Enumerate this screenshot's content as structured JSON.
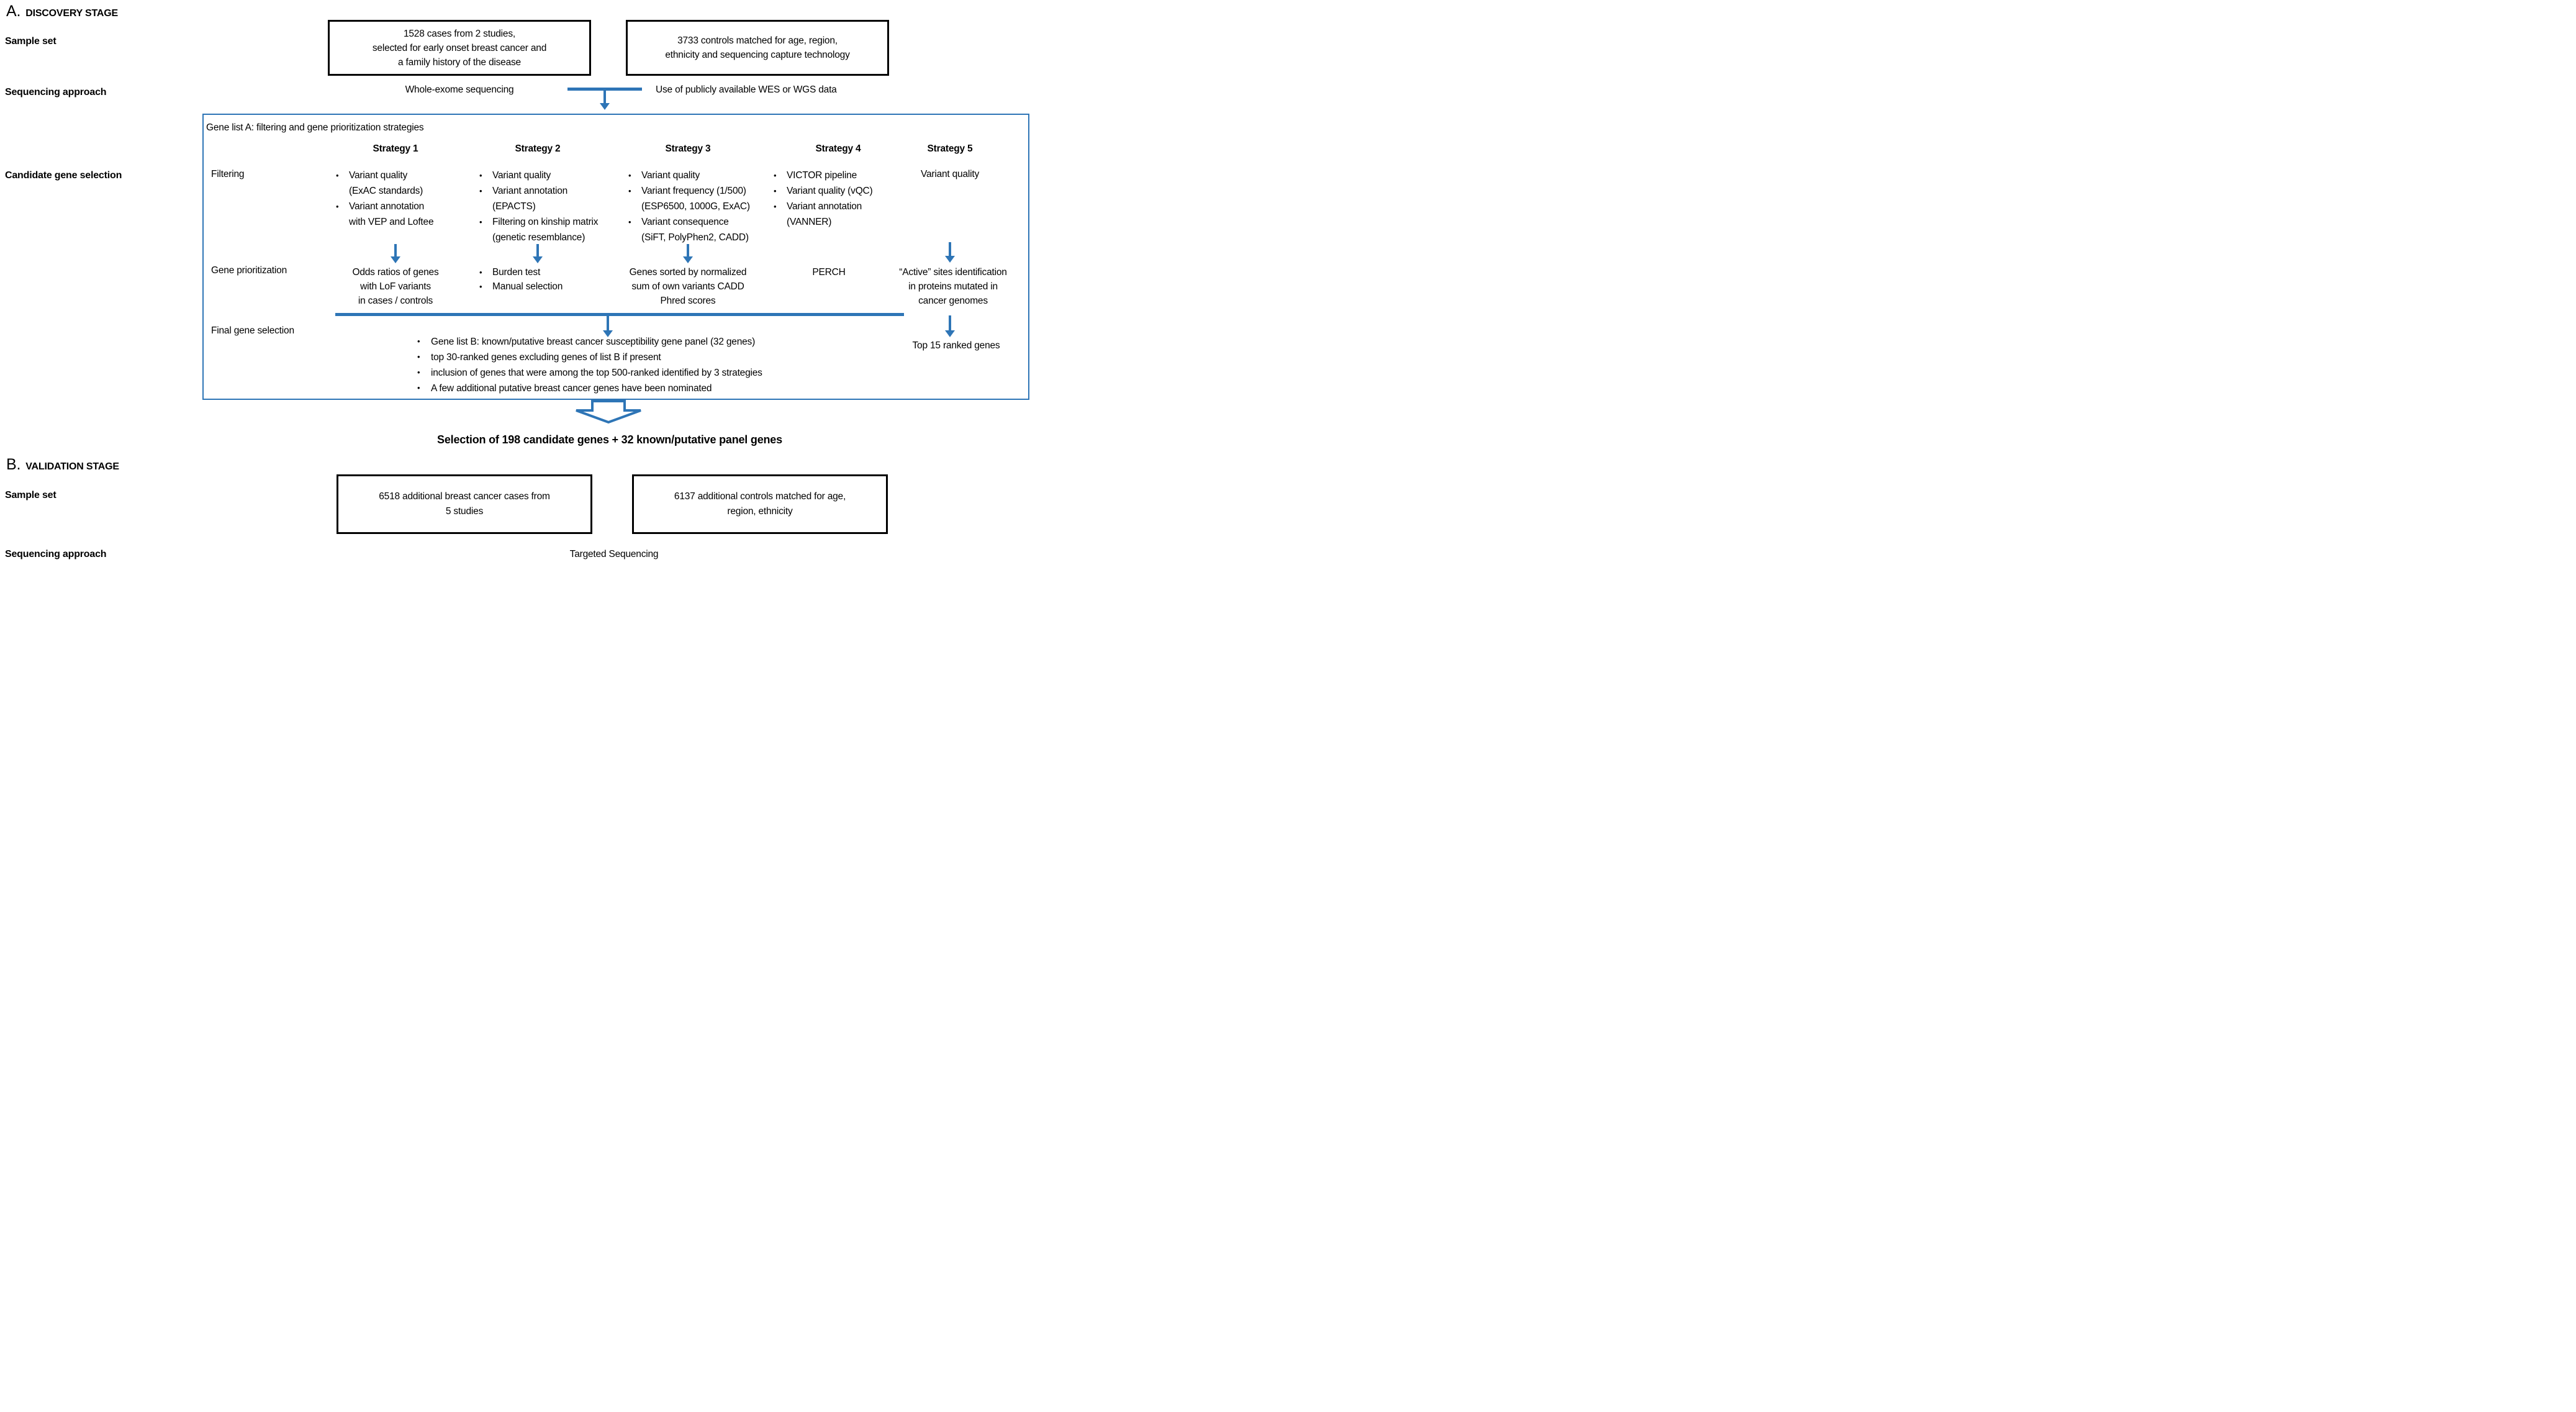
{
  "colors": {
    "accent": "#2E75B6",
    "text": "#000000",
    "background": "#FFFFFF"
  },
  "discovery": {
    "section_letter": "A.",
    "section_title": "DISCOVERY STAGE",
    "labels": {
      "sample_set": "Sample set",
      "sequencing_approach": "Sequencing approach",
      "candidate_gene_selection": "Candidate gene selection"
    },
    "cases_box": "1528 cases from 2 studies,\nselected for early onset breast cancer and\na family history of the disease",
    "controls_box": "3733 controls matched for age, region,\nethnicity and sequencing capture technology",
    "wes_text": "Whole-exome sequencing",
    "public_data_text": "Use of publicly available  WES or WGS data",
    "panel": {
      "title": "Gene list A: filtering and gene prioritization strategies",
      "row_labels": {
        "filtering": "Filtering",
        "prioritization": "Gene prioritization",
        "final": "Final gene selection"
      },
      "strategies": [
        {
          "name": "Strategy 1",
          "filtering": [
            "Variant quality\n(ExAC standards)",
            "Variant annotation\nwith VEP and Loftee"
          ],
          "prioritization": "Odds ratios of genes\nwith LoF variants\nin cases / controls"
        },
        {
          "name": "Strategy 2",
          "filtering": [
            "Variant quality",
            "Variant annotation\n(EPACTS)",
            "Filtering on kinship matrix\n(genetic resemblance)"
          ],
          "prioritization_bullets": [
            "Burden test",
            "Manual selection"
          ]
        },
        {
          "name": "Strategy 3",
          "filtering": [
            "Variant quality",
            "Variant frequency (1/500)\n(ESP6500, 1000G, ExAC)",
            "Variant consequence\n(SiFT, PolyPhen2, CADD)"
          ],
          "prioritization": "Genes sorted by normalized\nsum of own variants CADD\nPhred scores"
        },
        {
          "name": "Strategy 4",
          "filtering": [
            "VICTOR pipeline",
            "Variant quality (vQC)",
            "Variant annotation\n(VANNER)"
          ],
          "prioritization": "PERCH"
        },
        {
          "name": "Strategy 5",
          "filtering_plain": "Variant quality",
          "prioritization": "“Active” sites identification\nin proteins mutated in\ncancer genomes",
          "result": "Top 15 ranked genes"
        }
      ],
      "final_bullets": [
        "Gene list B: known/putative breast cancer susceptibility gene panel (32 genes)",
        "top 30-ranked genes excluding genes of list B if present",
        "inclusion of genes that were among the top 500-ranked identified by 3 strategies",
        "A few additional putative breast cancer genes have been nominated"
      ]
    },
    "selection_text": "Selection of 198 candidate genes + 32 known/putative panel genes"
  },
  "validation": {
    "section_letter": "B.",
    "section_title": "VALIDATION STAGE",
    "labels": {
      "sample_set": "Sample set",
      "sequencing_approach": "Sequencing approach"
    },
    "cases_box": "6518 additional breast cancer cases from\n5 studies",
    "controls_box": "6137 additional controls matched for age,\nregion, ethnicity",
    "approach_text": "Targeted Sequencing"
  }
}
